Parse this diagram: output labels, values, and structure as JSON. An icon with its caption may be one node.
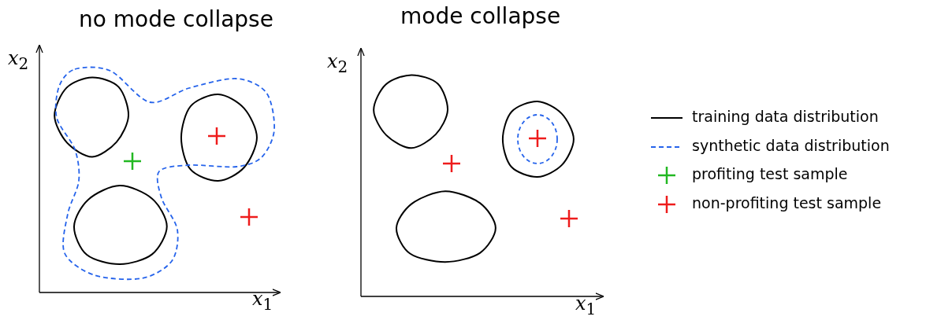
{
  "diagram": {
    "nodes": [
      {
        "text": [
          "no mode collapse"
        ]
      },
      {
        "text": [
          "mode collapse"
        ]
      }
    ],
    "edges": [],
    "labels": [
      "*x*$_{2}$",
      "*x*$_{1}$",
      "*x*$_{2}$",
      "*x*$_{1}$"
    ],
    "legend": [
      {
        "text": "training data distribution"
      },
      {
        "text": "synthetic data distribution"
      },
      {
        "text": "profiting test sample"
      },
      {
        "text": "non-profiting test sample"
      }
    ]
  }
}
